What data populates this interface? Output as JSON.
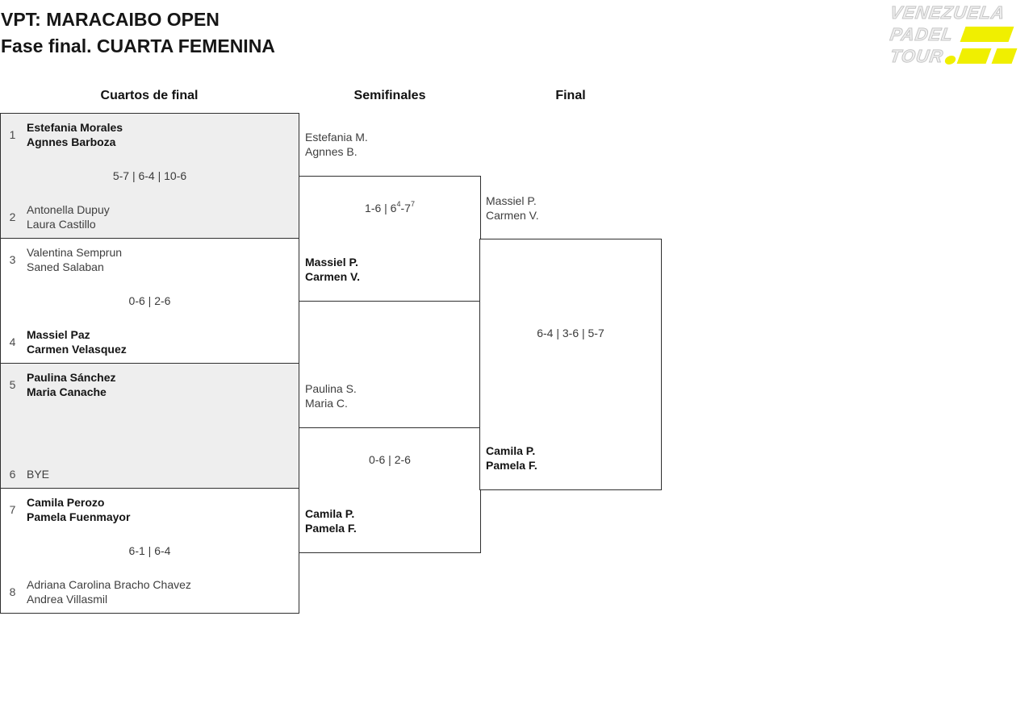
{
  "title": {
    "line1": "VPT: MARACAIBO OPEN",
    "line2": "Fase final. CUARTA FEMENINA"
  },
  "logo": {
    "line1": "VENEZUELA",
    "line2": "PADEL",
    "line3": "TOUR"
  },
  "rounds": {
    "quarterfinals": "Cuartos de final",
    "semifinals": "Semifinales",
    "final": "Final"
  },
  "quarterfinals": [
    {
      "seed_top": "1",
      "team_top_1": "Estefania Morales",
      "team_top_2": "Agnnes Barboza",
      "score": "5-7 | 6-4 | 10-6",
      "seed_bottom": "2",
      "team_bottom_1": "Antonella Dupuy",
      "team_bottom_2": "Laura Castillo",
      "winner": "top"
    },
    {
      "seed_top": "3",
      "team_top_1": "Valentina Semprun",
      "team_top_2": "Saned Salaban",
      "score": "0-6 | 2-6",
      "seed_bottom": "4",
      "team_bottom_1": "Massiel Paz",
      "team_bottom_2": "Carmen Velasquez",
      "winner": "bottom"
    },
    {
      "seed_top": "5",
      "team_top_1": "Paulina Sánchez",
      "team_top_2": "Maria Canache",
      "score": "",
      "seed_bottom": "6",
      "team_bottom_1": "BYE",
      "team_bottom_2": "",
      "winner": "top"
    },
    {
      "seed_top": "7",
      "team_top_1": "Camila Perozo",
      "team_top_2": "Pamela Fuenmayor",
      "score": "6-1 | 6-4",
      "seed_bottom": "8",
      "team_bottom_1": "Adriana Carolina Bracho Chavez",
      "team_bottom_2": "Andrea Villasmil",
      "winner": "top"
    }
  ],
  "semifinals": [
    {
      "team_top_1": "Estefania M.",
      "team_top_2": "Agnnes B.",
      "score_main": "1-6 | 6",
      "score_sup1": "4",
      "score_mid": "-7",
      "score_sup2": "7",
      "team_bottom_1": "Massiel P.",
      "team_bottom_2": "Carmen V.",
      "winner": "bottom"
    },
    {
      "team_top_1": "Paulina S.",
      "team_top_2": "Maria C.",
      "score_main": "0-6 | 2-6",
      "score_sup1": "",
      "score_mid": "",
      "score_sup2": "",
      "team_bottom_1": "Camila P.",
      "team_bottom_2": "Pamela F.",
      "winner": "bottom"
    }
  ],
  "final": {
    "team_top_1": "Massiel P.",
    "team_top_2": "Carmen V.",
    "score": "6-4 | 3-6 | 5-7",
    "team_bottom_1": "Camila P.",
    "team_bottom_2": "Pamela F.",
    "winner": "bottom"
  },
  "colors": {
    "accent_yellow": "#f0ef00",
    "block_shade": "#eeeeee",
    "border": "#2f2f2f"
  }
}
